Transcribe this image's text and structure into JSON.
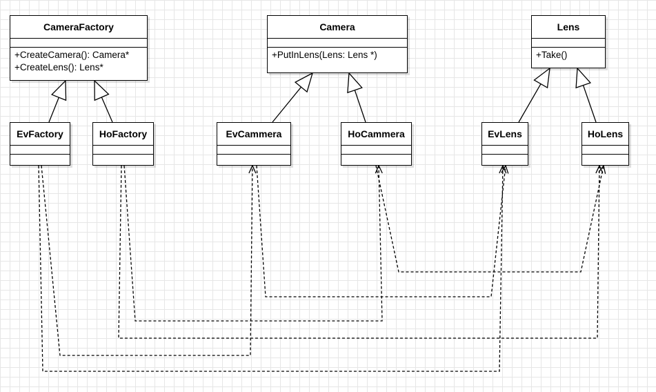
{
  "classes": {
    "camera_factory": {
      "name": "CameraFactory",
      "operations": [
        "+CreateCamera(): Camera*",
        "+CreateLens(): Lens*"
      ]
    },
    "camera": {
      "name": "Camera",
      "operations": [
        "+PutInLens(Lens: Lens *)"
      ]
    },
    "lens": {
      "name": "Lens",
      "operations": [
        "+Take()"
      ]
    },
    "ev_factory": {
      "name": "EvFactory"
    },
    "ho_factory": {
      "name": "HoFactory"
    },
    "ev_cammera": {
      "name": "EvCammera"
    },
    "ho_cammera": {
      "name": "HoCammera"
    },
    "ev_lens": {
      "name": "EvLens"
    },
    "ho_lens": {
      "name": "HoLens"
    }
  },
  "relationships": {
    "inheritance": [
      {
        "from": "EvFactory",
        "to": "CameraFactory"
      },
      {
        "from": "HoFactory",
        "to": "CameraFactory"
      },
      {
        "from": "EvCammera",
        "to": "Camera"
      },
      {
        "from": "HoCammera",
        "to": "Camera"
      },
      {
        "from": "EvLens",
        "to": "Lens"
      },
      {
        "from": "HoLens",
        "to": "Lens"
      }
    ],
    "dependency": [
      {
        "from": "EvFactory",
        "to": "EvCammera"
      },
      {
        "from": "EvFactory",
        "to": "EvLens"
      },
      {
        "from": "HoFactory",
        "to": "HoCammera"
      },
      {
        "from": "HoFactory",
        "to": "HoLens"
      },
      {
        "from": "EvCammera",
        "to": "EvLens"
      },
      {
        "from": "HoCammera",
        "to": "HoLens"
      }
    ]
  },
  "colors": {
    "line": "#000000",
    "grid": "#e6e6e6",
    "background": "#ffffff"
  }
}
